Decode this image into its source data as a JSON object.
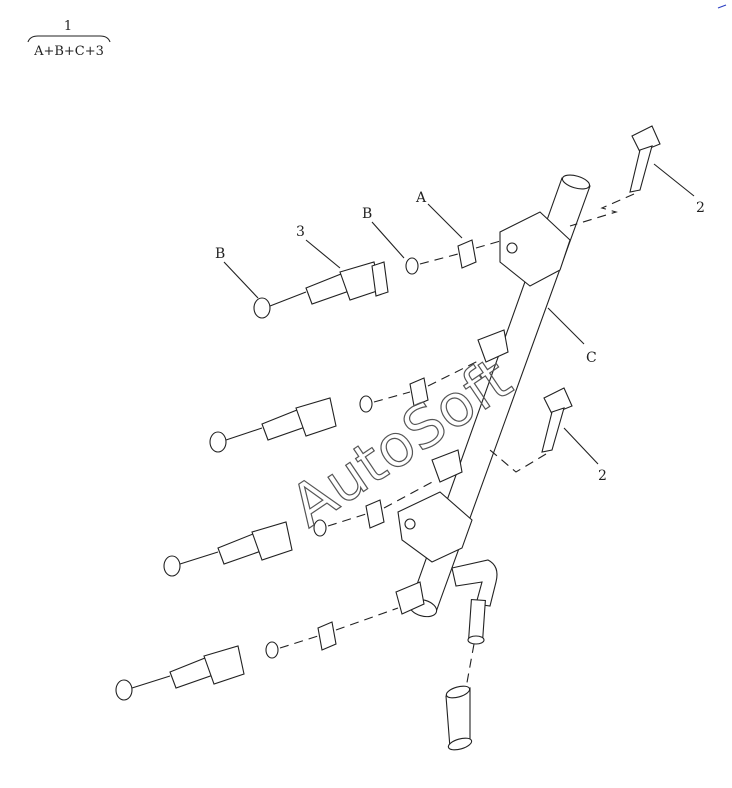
{
  "header": {
    "numerator": "1",
    "denominator": "A+B+C+3"
  },
  "labels": {
    "A": "A",
    "B_left": "B",
    "B_mid": "B",
    "C": "C",
    "injector": "3",
    "bolt_top": "2",
    "bolt_mid": "2"
  },
  "watermark": "AutoSoft",
  "colors": {
    "line": "#222222",
    "background": "#ffffff"
  }
}
